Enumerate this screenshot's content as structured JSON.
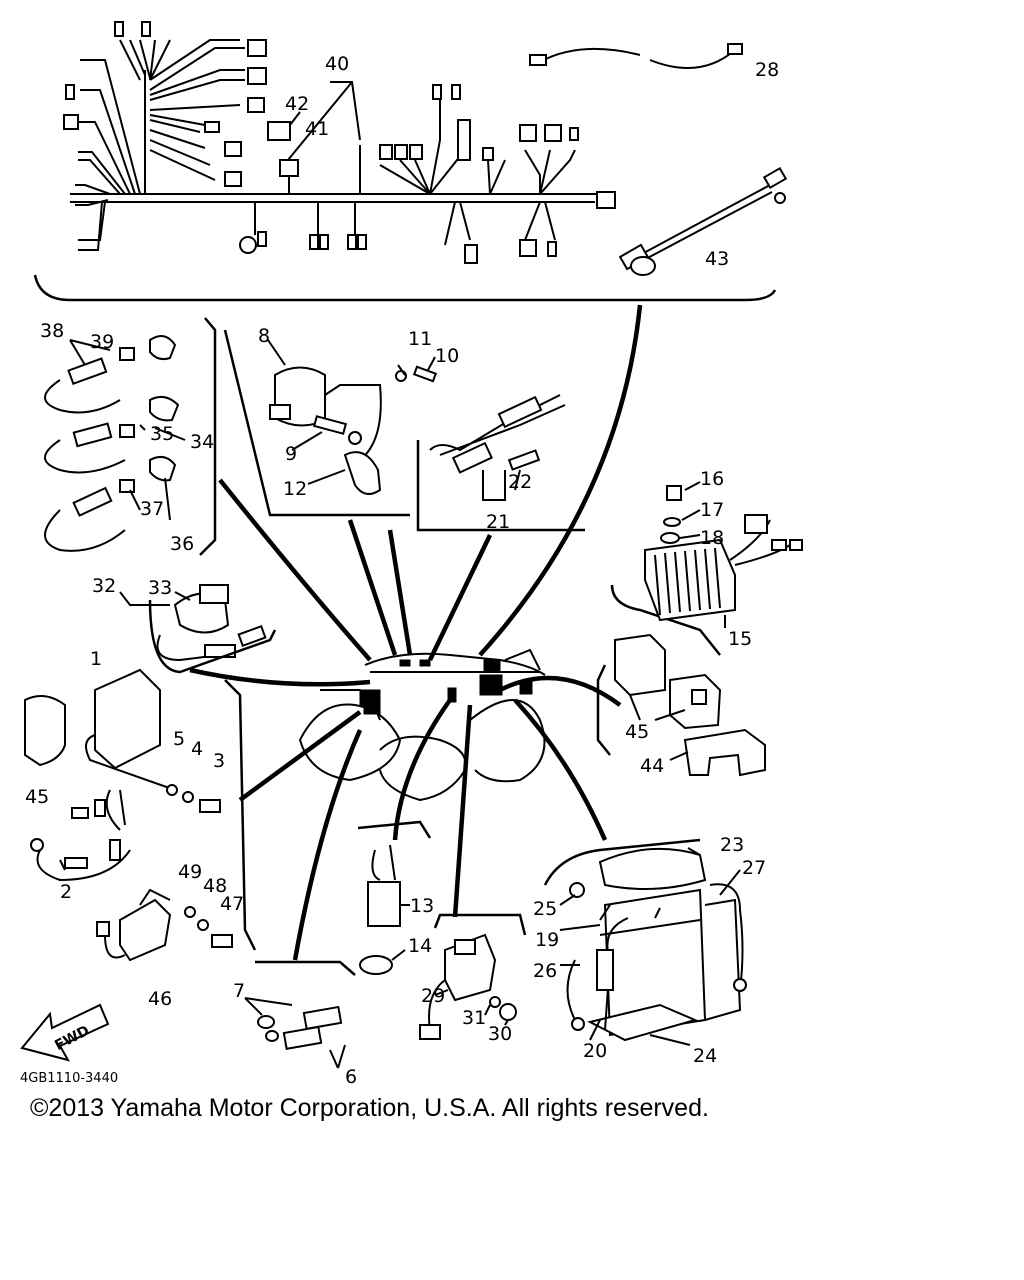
{
  "diagram": {
    "callouts": [
      "1",
      "2",
      "3",
      "4",
      "5",
      "6",
      "7",
      "8",
      "9",
      "10",
      "11",
      "12",
      "13",
      "14",
      "15",
      "16",
      "17",
      "18",
      "19",
      "20",
      "21",
      "22",
      "23",
      "24",
      "25",
      "26",
      "27",
      "28",
      "29",
      "30",
      "31",
      "32",
      "33",
      "34",
      "35",
      "36",
      "37",
      "38",
      "39",
      "40",
      "41",
      "42",
      "43",
      "44",
      "45",
      "45",
      "46",
      "47",
      "48",
      "49"
    ],
    "drawing_code": "4GB1110-3440",
    "direction_arrow": "FWD"
  },
  "footer": {
    "copyright": "©2013 Yamaha Motor Corporation, U.S.A. All rights reserved."
  }
}
